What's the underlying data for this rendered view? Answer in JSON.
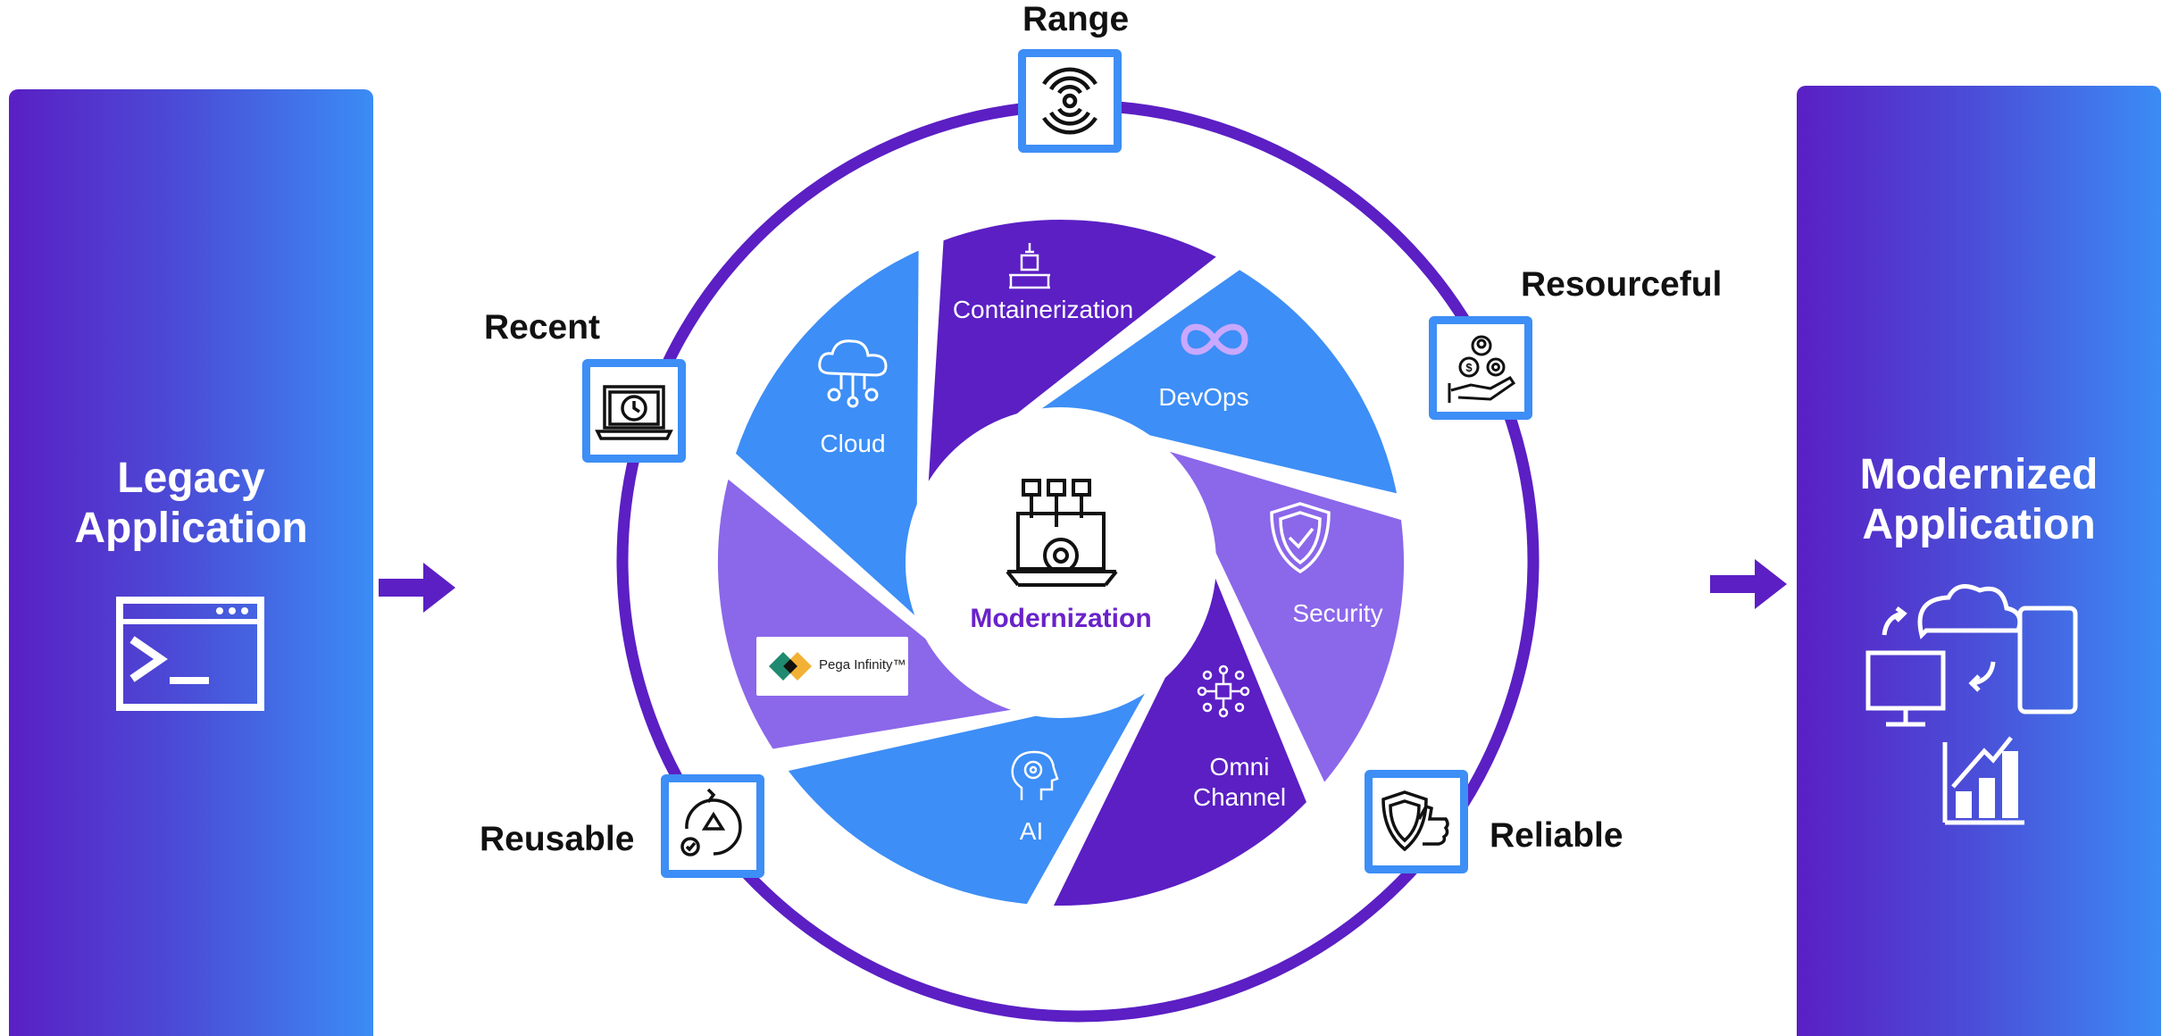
{
  "left_panel": {
    "title_line1": "Legacy",
    "title_line2": "Application"
  },
  "right_panel": {
    "title_line1": "Modernized",
    "title_line2": "Application"
  },
  "center": {
    "label": "Modernization"
  },
  "segments": {
    "containerization": "Containerization",
    "devops": "DevOps",
    "cloud": "Cloud",
    "security": "Security",
    "omni_line1": "Omni",
    "omni_line2": "Channel",
    "ai": "AI",
    "pega": "Pega Infinity™"
  },
  "outer_labels": {
    "range": "Range",
    "resourceful": "Resourceful",
    "recent": "Recent",
    "reusable": "Reusable",
    "reliable": "Reliable"
  },
  "icons": {
    "range": "signal-waves-icon",
    "resourceful": "money-gear-hand-icon",
    "recent": "laptop-clock-icon",
    "reusable": "recycle-clock-icon",
    "reliable": "shield-thumbs-up-icon",
    "legacy": "terminal-window-icon",
    "modernized": "cloud-devices-chart-icon",
    "center": "laptop-gear-network-icon"
  },
  "colors": {
    "deep_purple": "#5b1fc4",
    "blue": "#3d8ef6",
    "light_purple": "#8b67ea",
    "ring": "#5b1fc4",
    "center_text": "#6a22c9"
  }
}
